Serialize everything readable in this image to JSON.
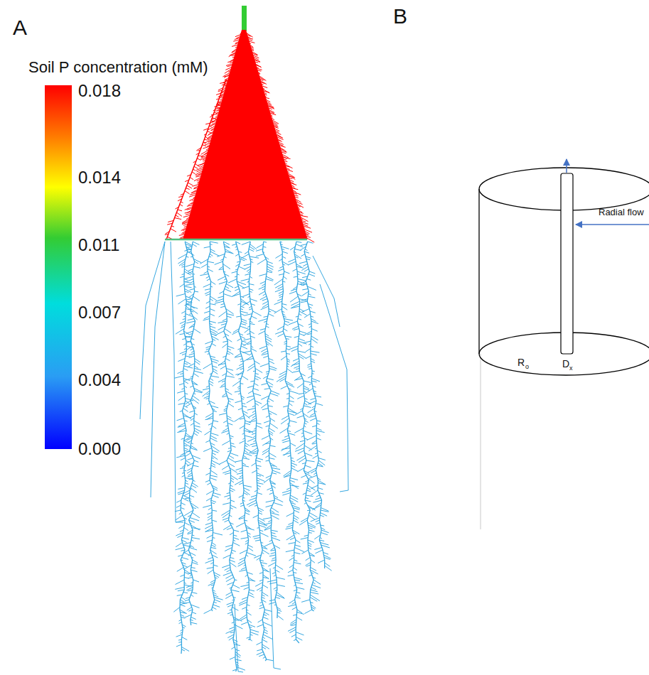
{
  "diagram": {
    "labels": [
      "A",
      "Soil P concentration (mM)",
      "0.018",
      "0.014",
      "0.011",
      "0.007",
      "0.004",
      "0.000",
      "B",
      "Radial flow",
      "R",
      "o",
      "D",
      "x"
    ]
  }
}
